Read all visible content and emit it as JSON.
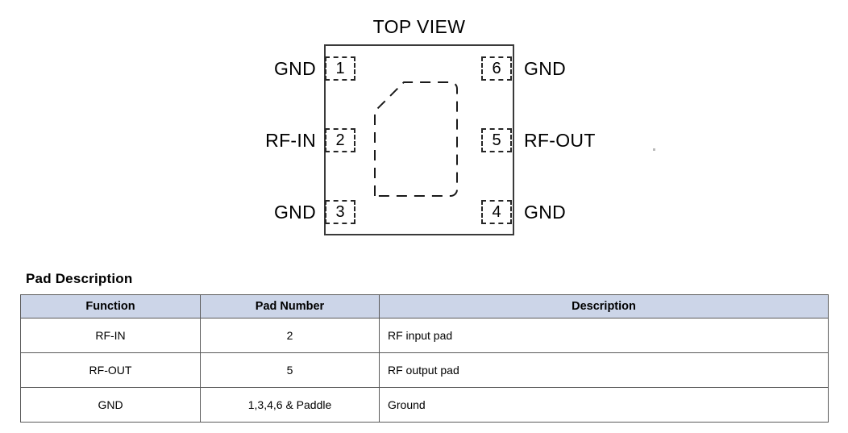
{
  "diagram": {
    "view_label": "TOP VIEW",
    "pins": [
      {
        "number": "1",
        "side": "left",
        "row": 1,
        "label": "GND"
      },
      {
        "number": "2",
        "side": "left",
        "row": 2,
        "label": "RF-IN"
      },
      {
        "number": "3",
        "side": "left",
        "row": 3,
        "label": "GND"
      },
      {
        "number": "6",
        "side": "right",
        "row": 1,
        "label": "GND"
      },
      {
        "number": "5",
        "side": "right",
        "row": 2,
        "label": "RF-OUT"
      },
      {
        "number": "4",
        "side": "right",
        "row": 3,
        "label": "GND"
      }
    ],
    "pin_labels": {
      "left_row_1": "GND",
      "left_row_2": "RF-IN",
      "left_row_3": "GND",
      "right_row_1": "GND",
      "right_row_2": "RF-OUT",
      "right_row_3": "GND"
    },
    "pin_numbers": {
      "left_row_1": "1",
      "left_row_2": "2",
      "left_row_3": "3",
      "right_row_1": "6",
      "right_row_2": "5",
      "right_row_3": "4"
    },
    "colors": {
      "outline": "#3a3a3a",
      "pin_box": "#262626",
      "paddle": "#1a1a1a",
      "background": "#ffffff"
    }
  },
  "table_section": {
    "heading": "Pad Description",
    "columns": [
      "Function",
      "Pad Number",
      "Description"
    ],
    "rows": [
      {
        "function": "RF-IN",
        "pad_number": "2",
        "description": "RF input pad"
      },
      {
        "function": "RF-OUT",
        "pad_number": "5",
        "description": "RF output pad"
      },
      {
        "function": "GND",
        "pad_number": "1,3,4,6 & Paddle",
        "description": "Ground"
      }
    ],
    "colors": {
      "header_background": "#ccd5e8",
      "border": "#5a5a5a"
    }
  }
}
